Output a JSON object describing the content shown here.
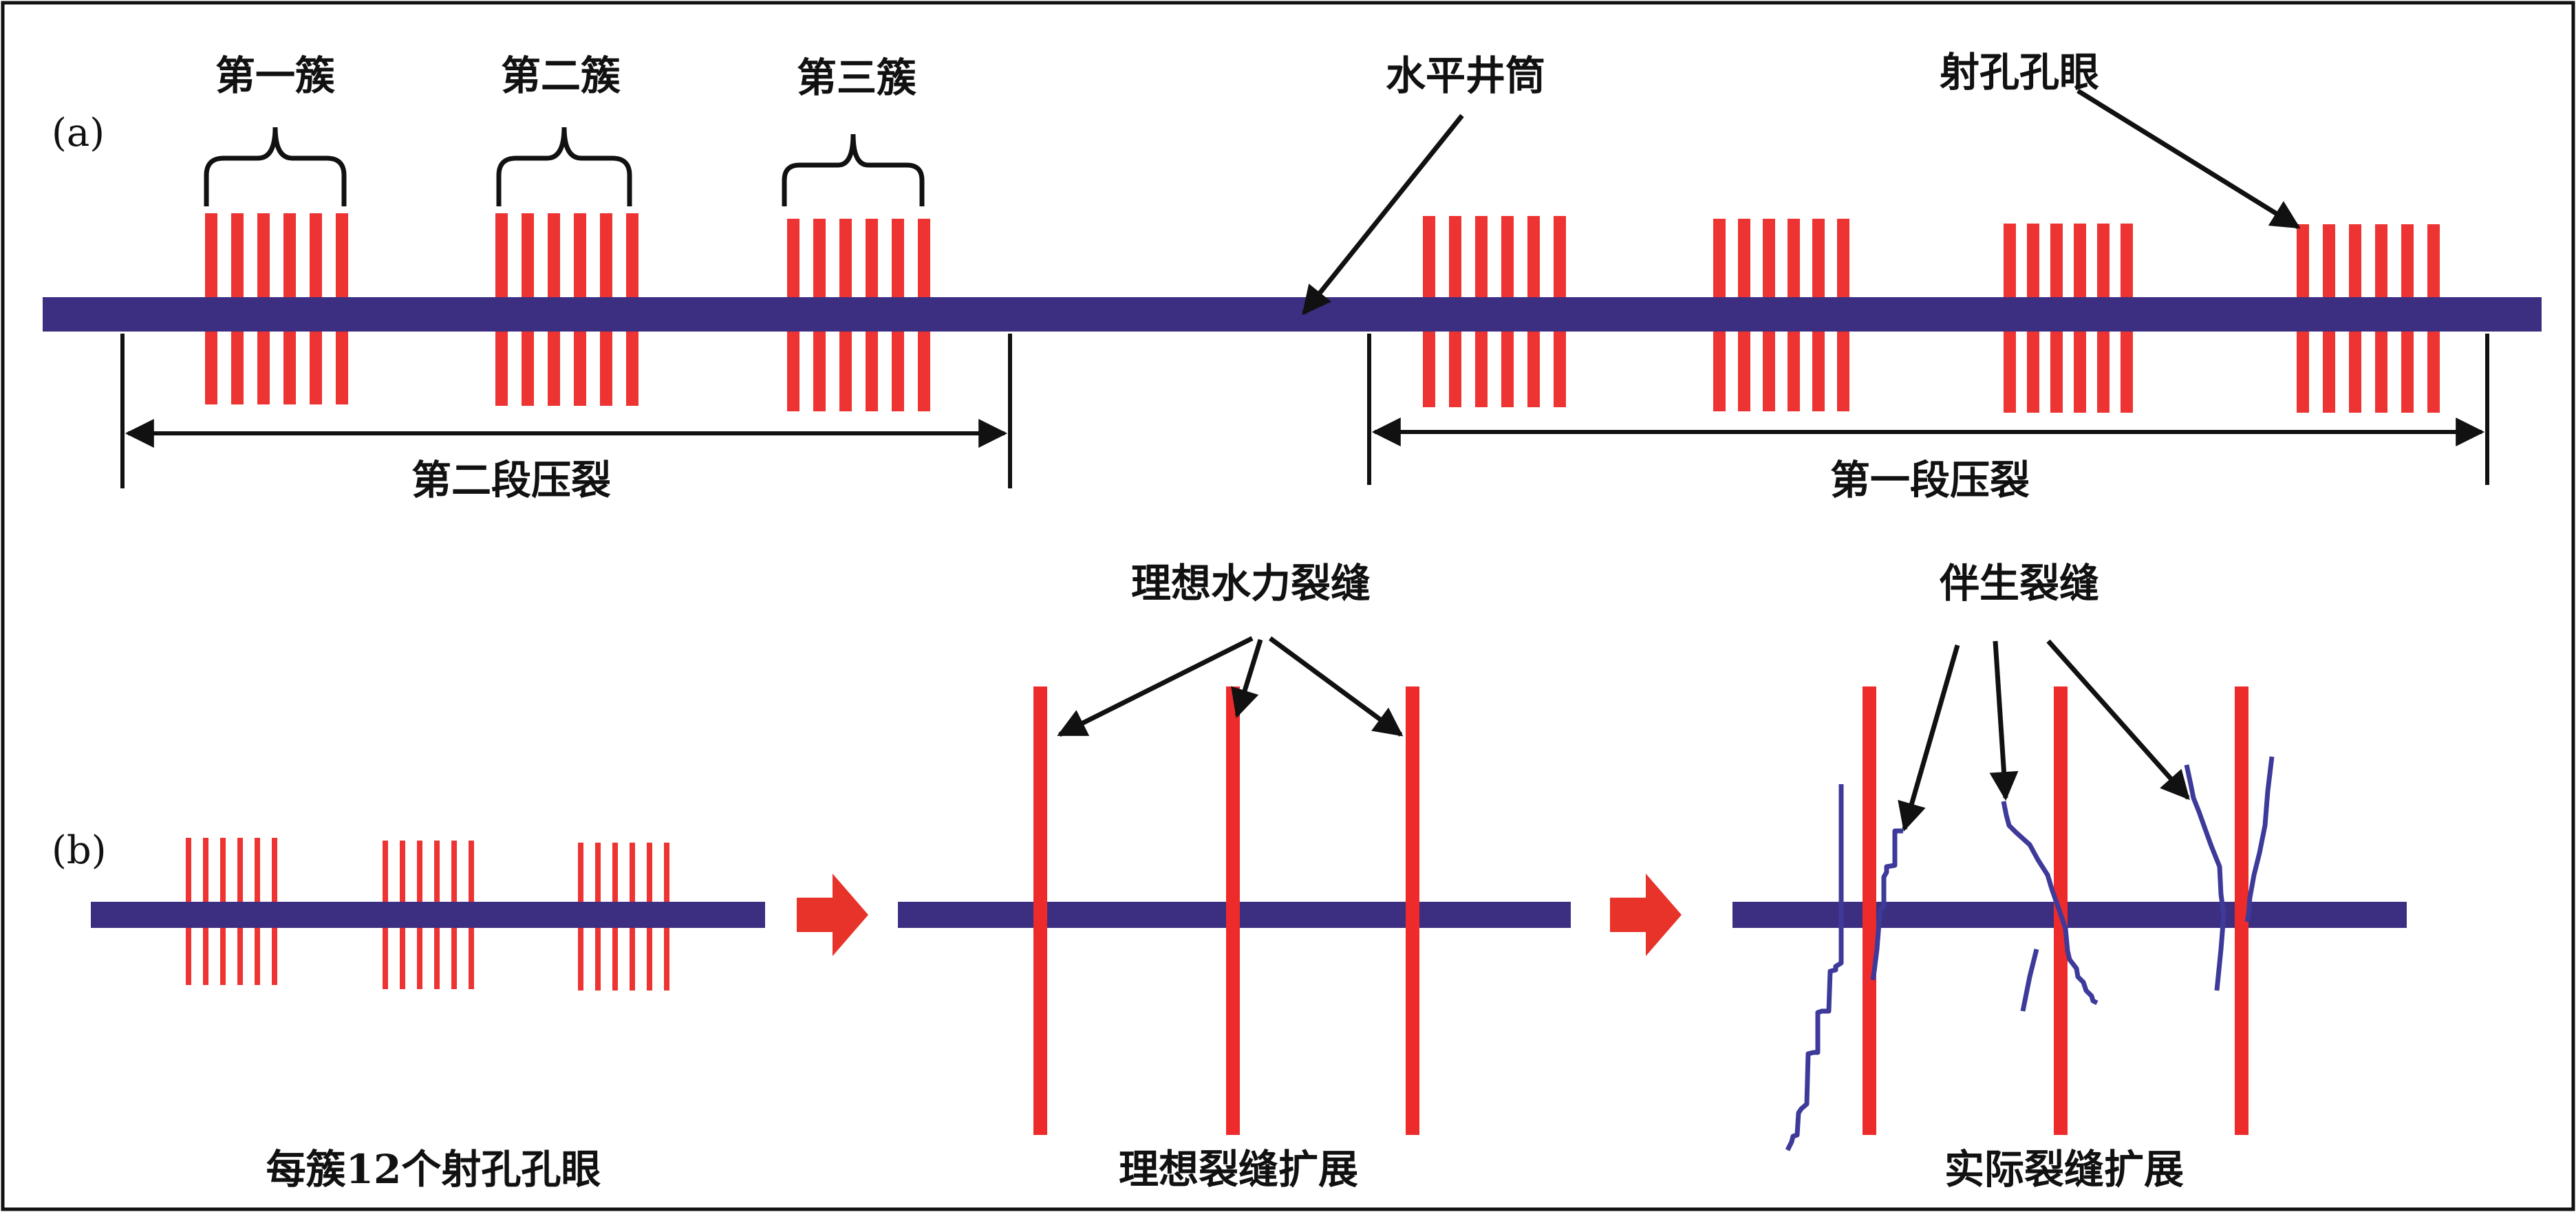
{
  "panel_a": {
    "tag": "(a)",
    "cluster_labels": [
      "第一簇",
      "第二簇",
      "第三簇"
    ],
    "wellbore_label": "水平井筒",
    "perforation_label": "射孔孔眼",
    "stage_two_label": "第二段压裂",
    "stage_one_label": "第一段压裂"
  },
  "panel_b": {
    "tag": "(b)",
    "ideal_fracture_label": "理想水力裂缝",
    "induced_fracture_label": "伴生裂缝",
    "caption_perforations": "每簇12个射孔孔眼",
    "caption_ideal": "理想裂缝扩展",
    "caption_actual": "实际裂缝扩展"
  },
  "colors": {
    "wellbore": "#3c2f82",
    "perforation": "#ee3333",
    "fracture": "#ee2b2b",
    "arrow": "#e8332b",
    "induced": "#3e3a9a",
    "ink": "#111111"
  }
}
